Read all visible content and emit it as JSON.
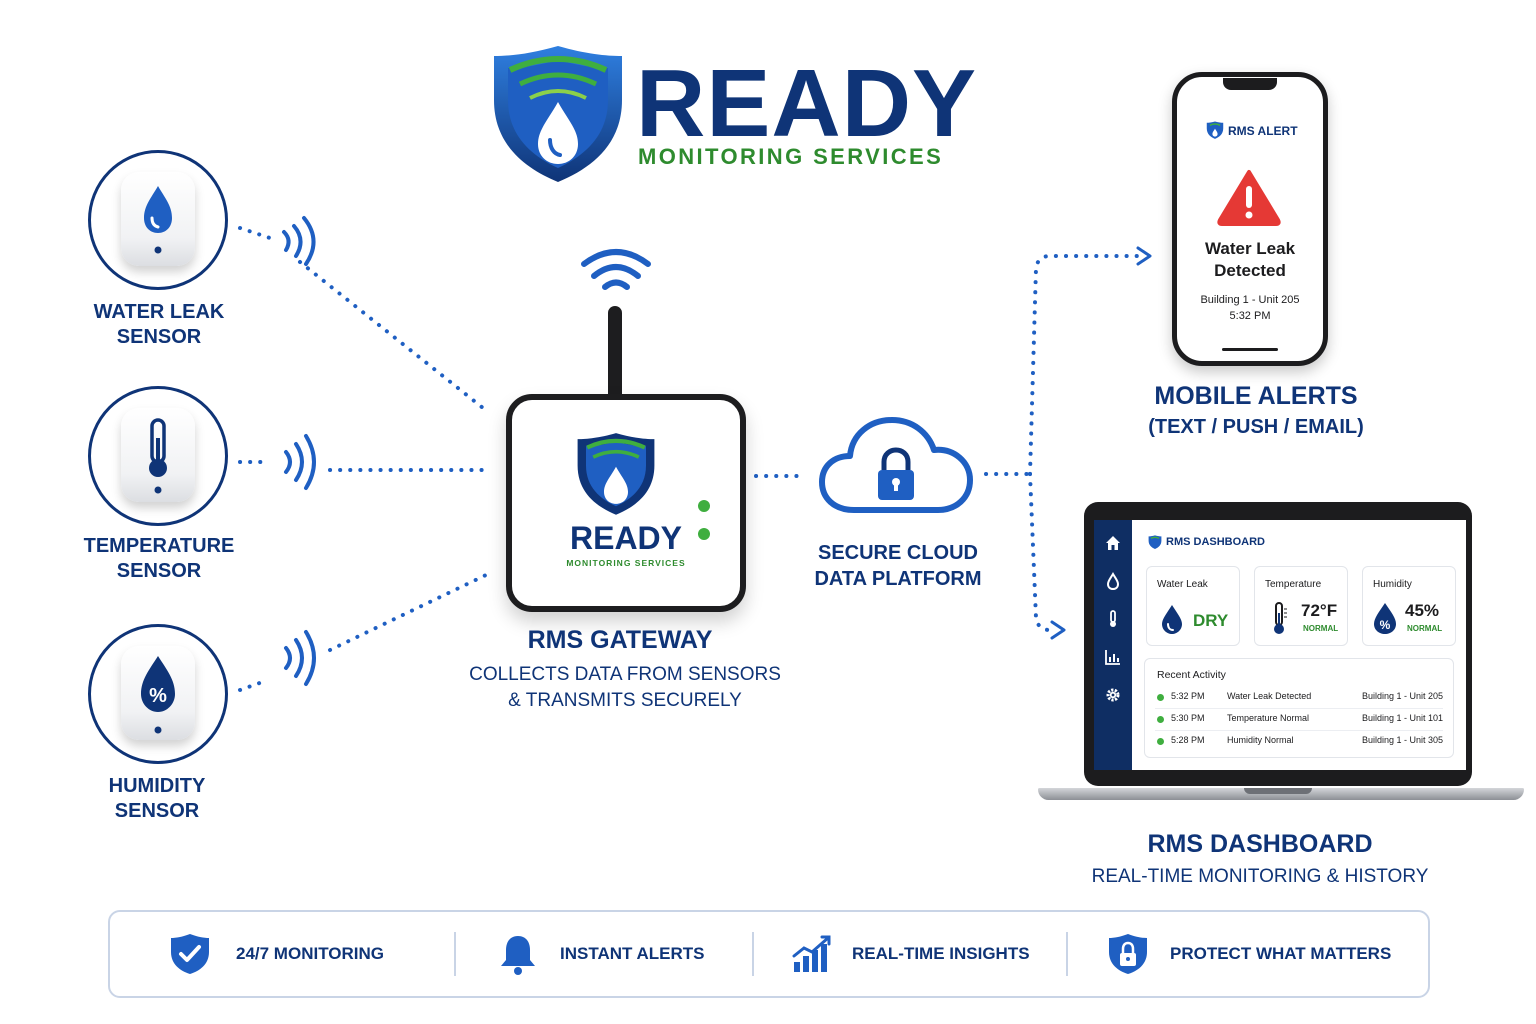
{
  "brand": {
    "name": "READY",
    "tagline": "MONITORING SERVICES"
  },
  "sensors": [
    {
      "label": "WATER LEAK\nSENSOR",
      "icon": "water-drop-icon"
    },
    {
      "label": "TEMPERATURE\nSENSOR",
      "icon": "thermometer-icon"
    },
    {
      "label": "HUMIDITY\nSENSOR",
      "icon": "humidity-percent-icon"
    }
  ],
  "gateway": {
    "brand": "READY",
    "tagline": "MONITORING SERVICES",
    "title": "RMS GATEWAY",
    "description": "COLLECTS DATA FROM SENSORS\n& TRANSMITS SECURELY"
  },
  "cloud": {
    "label": "SECURE CLOUD\nDATA PLATFORM"
  },
  "phone": {
    "app_name": "RMS ALERT",
    "alert_title": "Water Leak\nDetected",
    "location": "Building 1 - Unit 205",
    "time": "5:32 PM",
    "caption_title": "MOBILE ALERTS",
    "caption_sub": "(TEXT / PUSH / EMAIL)"
  },
  "dashboard": {
    "header": "RMS DASHBOARD",
    "cards": [
      {
        "title": "Water Leak",
        "value": "DRY",
        "status": ""
      },
      {
        "title": "Temperature",
        "value": "72°F",
        "status": "NORMAL"
      },
      {
        "title": "Humidity",
        "value": "45%",
        "status": "NORMAL"
      }
    ],
    "activity_title": "Recent Activity",
    "activity": [
      {
        "time": "5:32 PM",
        "event": "Water Leak Detected",
        "location": "Building 1 - Unit 205"
      },
      {
        "time": "5:30 PM",
        "event": "Temperature Normal",
        "location": "Building 1 - Unit 101"
      },
      {
        "time": "5:28 PM",
        "event": "Humidity Normal",
        "location": "Building 1 - Unit 305"
      }
    ],
    "caption_title": "RMS DASHBOARD",
    "caption_sub": "REAL-TIME MONITORING & HISTORY"
  },
  "features": [
    {
      "label": "24/7 MONITORING",
      "icon": "shield-check-icon"
    },
    {
      "label": "INSTANT ALERTS",
      "icon": "bell-icon"
    },
    {
      "label": "REAL-TIME INSIGHTS",
      "icon": "bar-chart-icon"
    },
    {
      "label": "PROTECT WHAT MATTERS",
      "icon": "shield-lock-icon"
    }
  ],
  "colors": {
    "navy": "#0f3477",
    "blue": "#1f5fc2",
    "green": "#2e8b2e",
    "alert_red": "#e53935"
  }
}
